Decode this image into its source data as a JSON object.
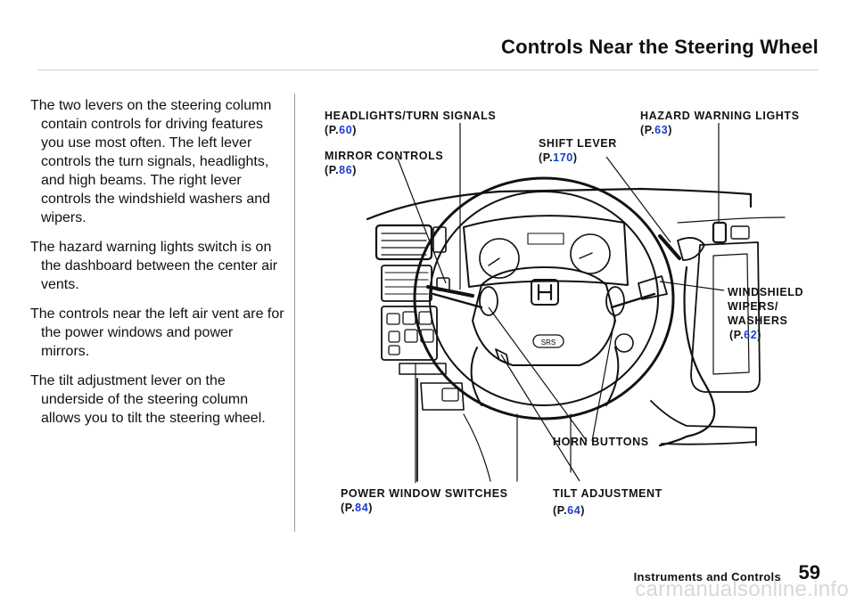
{
  "header": {
    "title": "Controls Near the Steering Wheel"
  },
  "intro": {
    "paragraphs": [
      "The two levers on the steering column contain controls for driving features you use most often. The left lever controls the turn signals, headlights, and high beams. The right lever controls the windshield washers and wipers.",
      "The hazard warning lights switch is on the dashboard between the center air vents.",
      "The controls near the left air vent are for the power windows and power mirrors.",
      "The tilt adjustment lever on the underside of the steering column allows you to tilt the steering wheel."
    ]
  },
  "diagram": {
    "srs_text": "SRS",
    "callouts": {
      "headlights": {
        "label": "HEADLIGHTS/TURN SIGNALS",
        "page": "60"
      },
      "mirror": {
        "label": "MIRROR CONTROLS",
        "page": "86"
      },
      "shift": {
        "label": "SHIFT LEVER",
        "page": "170"
      },
      "hazard": {
        "label": "HAZARD WARNING LIGHTS",
        "page": "63"
      },
      "wipers": {
        "label": "WINDSHIELD WIPERS/ WASHERS",
        "page": "62"
      },
      "horn": {
        "label": "HORN BUTTONS"
      },
      "window": {
        "label": "POWER WINDOW SWITCHES",
        "page": "84"
      },
      "tilt": {
        "label": "TILT ADJUSTMENT",
        "page": "64"
      }
    },
    "page_prefix": "(P.",
    "page_suffix": ")"
  },
  "footer": {
    "section": "Instruments and Controls",
    "page_number": "59"
  },
  "watermark": "carmanualsonline.info",
  "colors": {
    "link": "#1a3ccf"
  }
}
